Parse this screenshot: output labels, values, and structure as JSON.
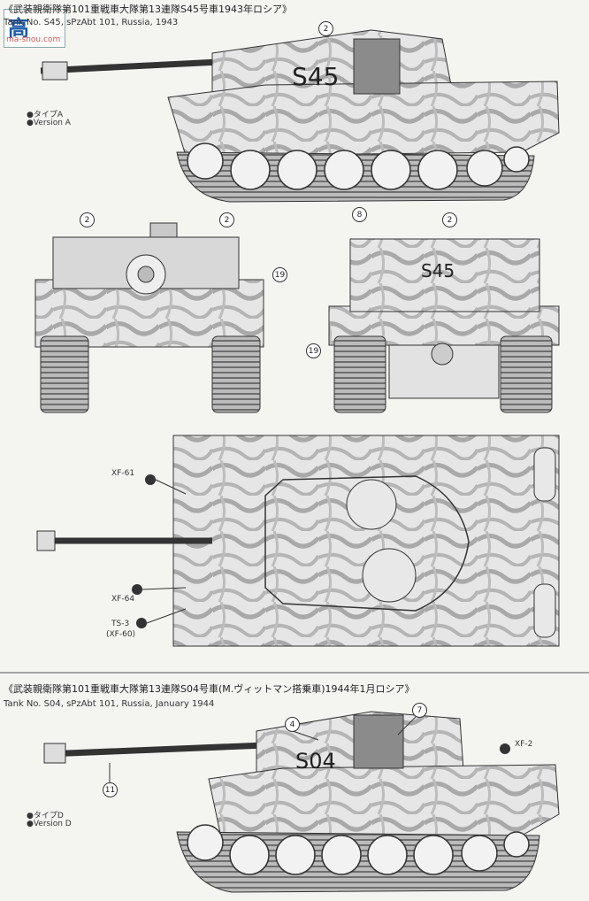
{
  "watermark": {
    "glyph": "高",
    "site": "ma-shou.com"
  },
  "section1": {
    "title_jp": "《武装親衛隊第101重戦車大隊第13連隊S45号車1943年ロシア》",
    "title_en": "Tank No. S45, sPzAbt 101, Russia, 1943",
    "version_jp": "●タイプA",
    "version_en": "●Version A",
    "turret_number": "S45",
    "callouts": {
      "top": "2",
      "side_bottom": "8",
      "front_left": "2",
      "front_right": "2",
      "front_small": "19",
      "rear_top": "2",
      "rear_left": "19"
    },
    "paint": {
      "smoke": "XF-61",
      "hull": "XF-64",
      "track_label": "TS-3",
      "track_alt": "(XF-60)"
    }
  },
  "section2": {
    "title_jp": "《武装親衛隊第101重戦車大隊第13連隊S04号車(M.ヴィットマン搭乗車)1944年1月ロシア》",
    "title_en": "Tank No. S04, sPzAbt 101, Russia, January 1944",
    "version_jp": "●タイプD",
    "version_en": "●Version D",
    "turret_number": "S04",
    "callouts": {
      "turret": "4",
      "hull": "7",
      "gun": "11"
    },
    "paint": {
      "hull_color": "XF-2"
    }
  }
}
